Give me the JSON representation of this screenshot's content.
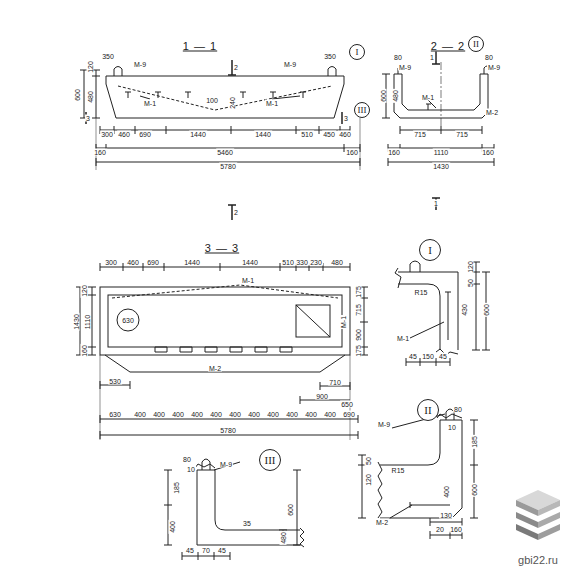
{
  "diagram": {
    "nodes": [
      {
        "text": [
          "I"
        ]
      },
      {
        "text": [
          "II"
        ]
      },
      {
        "text": [
          "III"
        ]
      },
      {
        "text": [
          "I"
        ]
      },
      {
        "text": [
          "II"
        ]
      },
      {
        "text": [
          "III"
        ]
      }
    ],
    "labels": [
      "1 — 1",
      "2 — 2",
      "2",
      "1",
      "350",
      "M-9",
      "M-9",
      "350",
      "80",
      "80",
      "M-9",
      "M-9",
      "120",
      "600",
      "480",
      "M-1",
      "100",
      "240",
      "M-1",
      "600",
      "480",
      "M-1",
      "M-2",
      "3",
      "3",
      "300",
      "460",
      "690",
      "1440",
      "1440",
      "510",
      "450",
      "460",
      "715",
      "715",
      "160",
      "5460",
      "160",
      "160",
      "1110",
      "160",
      "5780",
      "1430",
      "2",
      "1",
      "3 — 3",
      "300",
      "460",
      "690",
      "1440",
      "1440",
      "510",
      "330",
      "230",
      "480",
      "M-1",
      "120",
      "1430",
      "1110",
      "160",
      "630",
      "175",
      "715",
      "M-1",
      "900",
      "175",
      "M-2",
      "530",
      "710",
      "900",
      "650",
      "630",
      "400",
      "400",
      "400",
      "400",
      "400",
      "400",
      "400",
      "400",
      "400",
      "400",
      "400",
      "690",
      "5780",
      "120",
      "50",
      "430",
      "600",
      "R15",
      "M-1",
      "45",
      "150",
      "45",
      "M-9",
      "80",
      "10",
      "50",
      "120",
      "R15",
      "185",
      "600",
      "400",
      "M-2",
      "130",
      "20",
      "160",
      "80",
      "10",
      "M-9",
      "185",
      "400",
      "35",
      "480",
      "600",
      "45",
      "70",
      "45",
      "gbi22.ru"
    ]
  }
}
